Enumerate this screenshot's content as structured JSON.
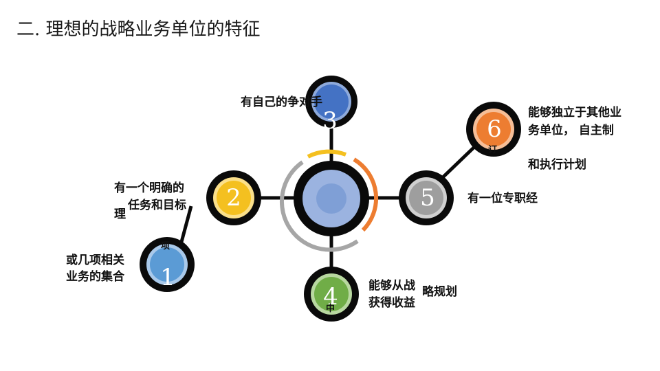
{
  "title": "二.  理想的战略业务单位的特征",
  "nodes": [
    {
      "number": "1",
      "color": "#5b9bd5",
      "ring": "#a9c9ea"
    },
    {
      "number": "2",
      "color": "#f4c020",
      "ring": "#fbe08a"
    },
    {
      "number": "3",
      "color": "#4472c4",
      "ring": "#8eaadb"
    },
    {
      "number": "4",
      "color": "#70ad47",
      "ring": "#b8d8a0"
    },
    {
      "number": "5",
      "color": "#9e9e9e",
      "ring": "#d0d0d0"
    },
    {
      "number": "6",
      "color": "#ed7d31",
      "ring": "#f6be97"
    }
  ],
  "labels": {
    "n1": {
      "line1": "或几项相关",
      "line2": "业务的集合",
      "fragment": "项"
    },
    "n2": {
      "line1": "有一个明确的",
      "line2": "任务和目标",
      "line3": "理"
    },
    "n3": {
      "line1": "有自己的争对手"
    },
    "n4": {
      "line1": "能够从战",
      "line1b": "略规划",
      "line2": "获得收益",
      "fragment": "中"
    },
    "n5": {
      "line1": "有一位专职经"
    },
    "n6": {
      "line1": "能够独立于其他业",
      "line2": "务单位， 自主制",
      "line3": "和执行计划",
      "fragment": "订"
    }
  },
  "colors": {
    "hub": "#9bb3e0",
    "hub_inner": "#7f9fd6",
    "connector": "#0a0a0a",
    "arc_yellow": "#f4c020",
    "arc_orange": "#ed7d31",
    "arc_gray": "#a6a6a6"
  }
}
